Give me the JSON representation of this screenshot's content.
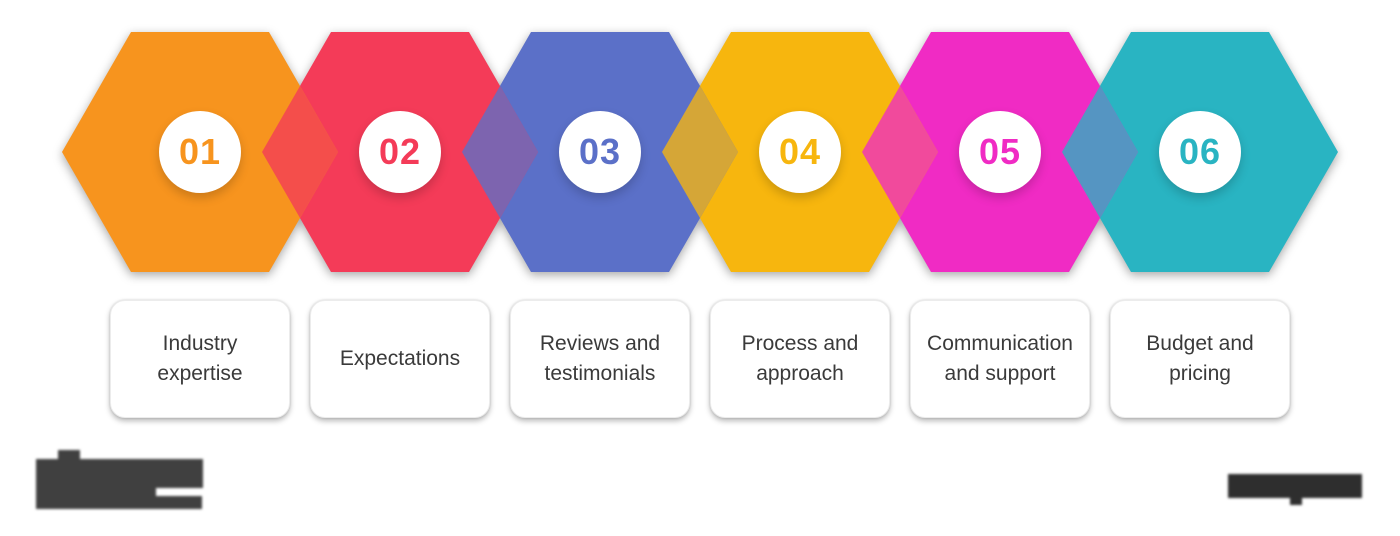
{
  "steps": [
    {
      "number": "01",
      "label": "Industry expertise",
      "color": "#F7941E"
    },
    {
      "number": "02",
      "label": "Expectations",
      "color": "#F43B58"
    },
    {
      "number": "03",
      "label": "Reviews and testimonials",
      "color": "#5B70C8"
    },
    {
      "number": "04",
      "label": "Process and approach",
      "color": "#F7B60E"
    },
    {
      "number": "05",
      "label": "Communication and support",
      "color": "#F02BC4"
    },
    {
      "number": "06",
      "label": "Budget and pricing",
      "color": "#29B4C2"
    }
  ],
  "canvas": {
    "background": "#FFFFFF",
    "card_background": "#FFFFFF",
    "card_text_color": "#3A3A3A",
    "circle_background": "#FFFFFF"
  }
}
